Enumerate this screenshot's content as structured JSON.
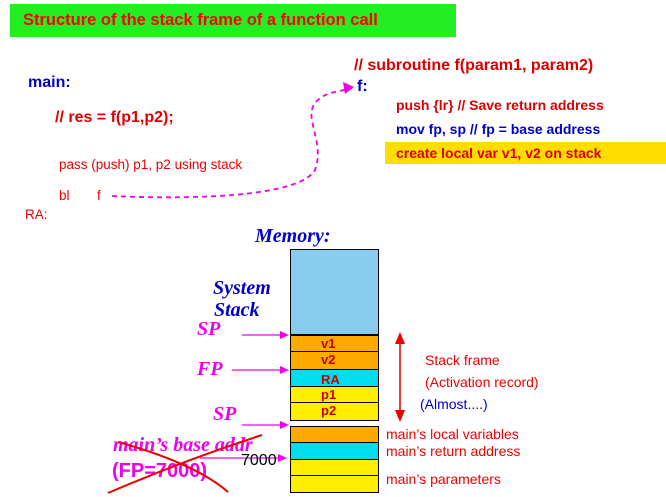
{
  "title": "Structure of the stack frame of a function call",
  "main_code": {
    "label": "main:",
    "comment": "// res = f(p1,p2);",
    "pass": "pass (push) p1, p2 using stack",
    "bl": "bl",
    "bl_target": "f",
    "ra": "RA:"
  },
  "subroutine": {
    "comment": "// subroutine f(param1, param2)",
    "label": "f:",
    "lines": [
      "push  {lr} // Save return address",
      "mov fp, sp // fp = base address",
      "create local var v1, v2 on stack"
    ]
  },
  "memory": {
    "label": "Memory:",
    "system_stack": [
      "System",
      "Stack"
    ],
    "sp_label": "SP",
    "fp_label": "FP",
    "cells": [
      "v1",
      "v2",
      "RA",
      "p1",
      "p2"
    ],
    "address": "7000",
    "base_addr_label": "main’s base addr",
    "fp_eq_label": "(FP=7000)"
  },
  "annotations": {
    "frame_line1": "Stack frame",
    "frame_line2": "(Activation record)",
    "frame_line3": "(Almost....)",
    "local_vars": "main’s local variables",
    "return_addr": "main’s return address",
    "params": "main’s parameters"
  },
  "colors": {
    "title_bg": "#22ee22",
    "yellow": "#ffdd00",
    "orange": "#ffaa00",
    "cyan": "#00ddee",
    "sky": "#88ccf0",
    "magenta": "#ee00ee",
    "blue": "#0000cc",
    "red": "#ee0000"
  }
}
